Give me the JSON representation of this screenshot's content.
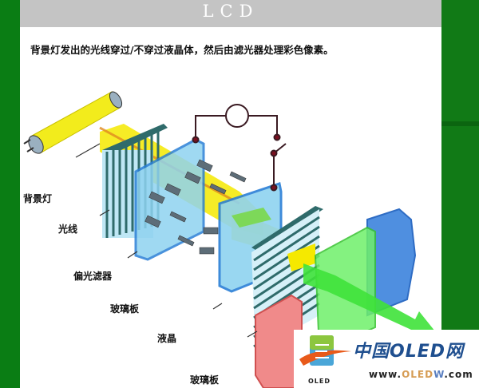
{
  "header": {
    "title": "LCD"
  },
  "description": "背景灯发出的光线穿过/不穿过液晶体，然后由滤光器处理彩色像素。",
  "labels": {
    "backlight": "背景灯",
    "light": "光线",
    "polarizer": "偏光滤器",
    "glass_plate_1": "玻璃板",
    "liquid_crystal": "液晶",
    "glass_plate_2": "玻璃板"
  },
  "watermark": {
    "brand_cn": "中国OLED网",
    "url_prefix": "www.",
    "url_brand": "OLED",
    "url_w": "W",
    "url_suffix": ".com",
    "logo_text": "OLED"
  },
  "colors": {
    "side_green": "#0a7d14",
    "header_gray": "#c4c4c4",
    "light_yellow": "#f5e900",
    "panel_blue": "#8fd3f0",
    "filter_dark": "#2f6b6b",
    "output_green": "#3fe23a",
    "red_filter": "#f08080",
    "blue_filter": "#4f8fe0"
  }
}
